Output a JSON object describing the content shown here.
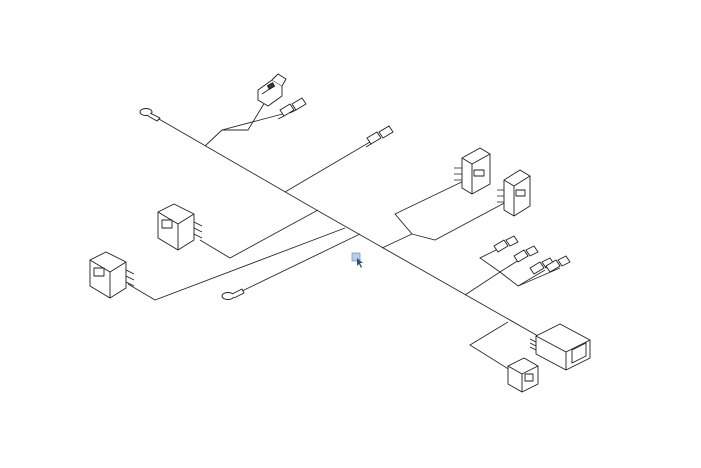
{
  "diagram": {
    "kind": "wiring-harness",
    "background": "#ffffff",
    "line_color": "#2a2a2a",
    "connectors": [
      {
        "id": "c1",
        "kind": "plug"
      },
      {
        "id": "c2",
        "kind": "terminal-pair"
      },
      {
        "id": "c3",
        "kind": "ring-terminal"
      },
      {
        "id": "c4",
        "kind": "terminal-pair"
      },
      {
        "id": "c5",
        "kind": "multi-pin-block"
      },
      {
        "id": "c6",
        "kind": "multi-pin-block"
      },
      {
        "id": "c7",
        "kind": "multi-pin-housing"
      },
      {
        "id": "c8",
        "kind": "multi-pin-housing"
      },
      {
        "id": "c9",
        "kind": "ring-terminal"
      },
      {
        "id": "c10",
        "kind": "terminal"
      },
      {
        "id": "c11",
        "kind": "terminal"
      },
      {
        "id": "c12",
        "kind": "terminal"
      },
      {
        "id": "c13",
        "kind": "terminal"
      },
      {
        "id": "c14",
        "kind": "large-housing"
      },
      {
        "id": "c15",
        "kind": "plug-block"
      }
    ]
  },
  "cursor": {
    "icon": "selection-cursor-icon"
  }
}
